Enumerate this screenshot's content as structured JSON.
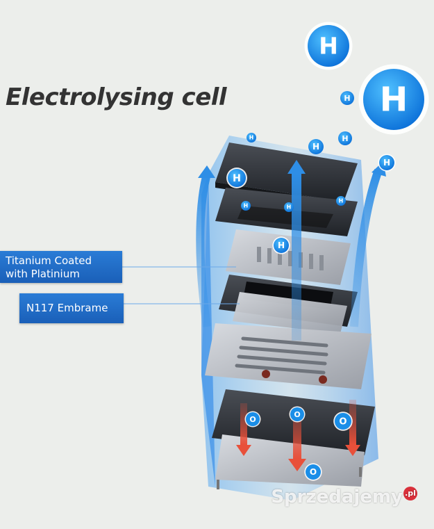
{
  "title": "Electrolysing cell",
  "labels": {
    "titanium": "Titanium Coated with Platinium",
    "membrane": "N117  Embrame"
  },
  "atoms": {
    "hydrogen": "H",
    "oxygen": "O"
  },
  "watermark": {
    "main": "Sprzedajemy",
    "suffix": ".pl"
  },
  "colors": {
    "accent_blue": "#1a6fd6",
    "arrow_blue": "#2e8ee6",
    "oxygen_arrow": "#e8503a",
    "plate_dark": "#2a2d33",
    "plate_light": "#b8bcc2"
  }
}
